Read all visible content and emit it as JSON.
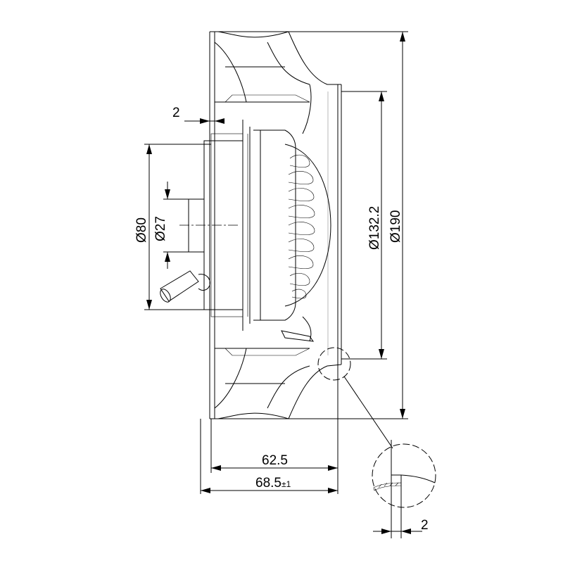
{
  "drawing": {
    "dimensions": {
      "flange_thickness": "2",
      "diameter_80": "Ø80",
      "diameter_27": "Ø27",
      "diameter_132": "Ø132.2",
      "diameter_190": "Ø190",
      "length_62": "62.5",
      "length_68": "68.5",
      "length_68_tolerance": "±1",
      "detail_thickness": "2"
    }
  }
}
